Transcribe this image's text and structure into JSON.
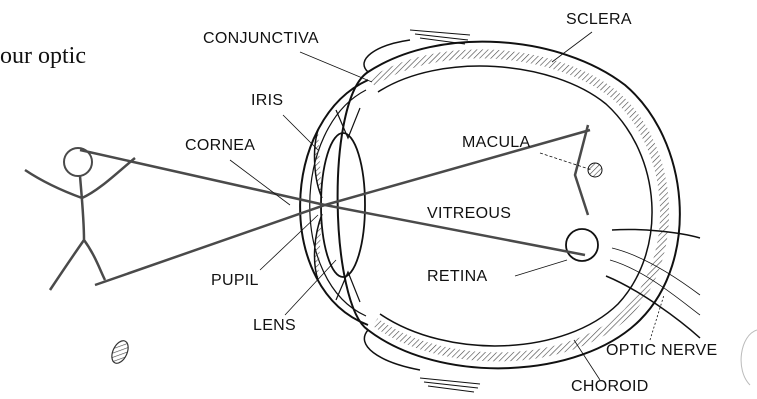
{
  "fragment_text": "our optic",
  "labels": {
    "conjunctiva": "CONJUNCTIVA",
    "sclera": "SCLERA",
    "iris": "IRIS",
    "cornea": "CORNEA",
    "macula": "MACULA",
    "vitreous": "VITREOUS",
    "pupil": "PUPIL",
    "retina": "RETINA",
    "lens": "LENS",
    "optic_nerve": "OPTIC NERVE",
    "choroid": "CHOROID"
  },
  "colors": {
    "ink": "#111111",
    "ray": "#4a4a4a"
  }
}
